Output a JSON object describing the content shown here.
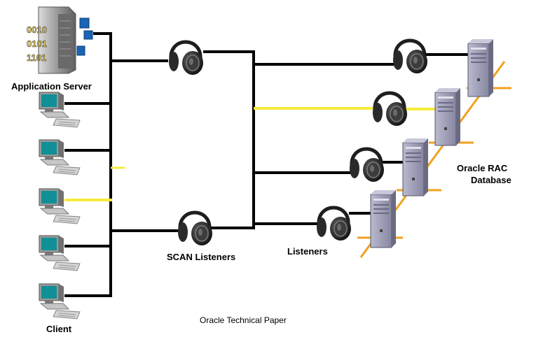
{
  "labels": {
    "app_server": "Application Server",
    "client": "Client",
    "scan_listeners": "SCAN Listeners",
    "listeners": "Listeners",
    "rac_line1": "Oracle RAC",
    "rac_line2": "Database",
    "caption": "Oracle Technical Paper"
  },
  "server_digits": [
    "0010",
    "0101",
    "1101"
  ],
  "colors": {
    "wire": "#000000",
    "active_wire": "#f5eb3b",
    "rack_bar": "#f0a020",
    "monitor_screen": "#0f8f96",
    "server_body": "#8e8ea8"
  },
  "icons": {
    "app_server": "application-server-icon",
    "client": "client-computer-icon",
    "listener": "headphones-listener-icon",
    "db_node": "database-server-icon"
  }
}
